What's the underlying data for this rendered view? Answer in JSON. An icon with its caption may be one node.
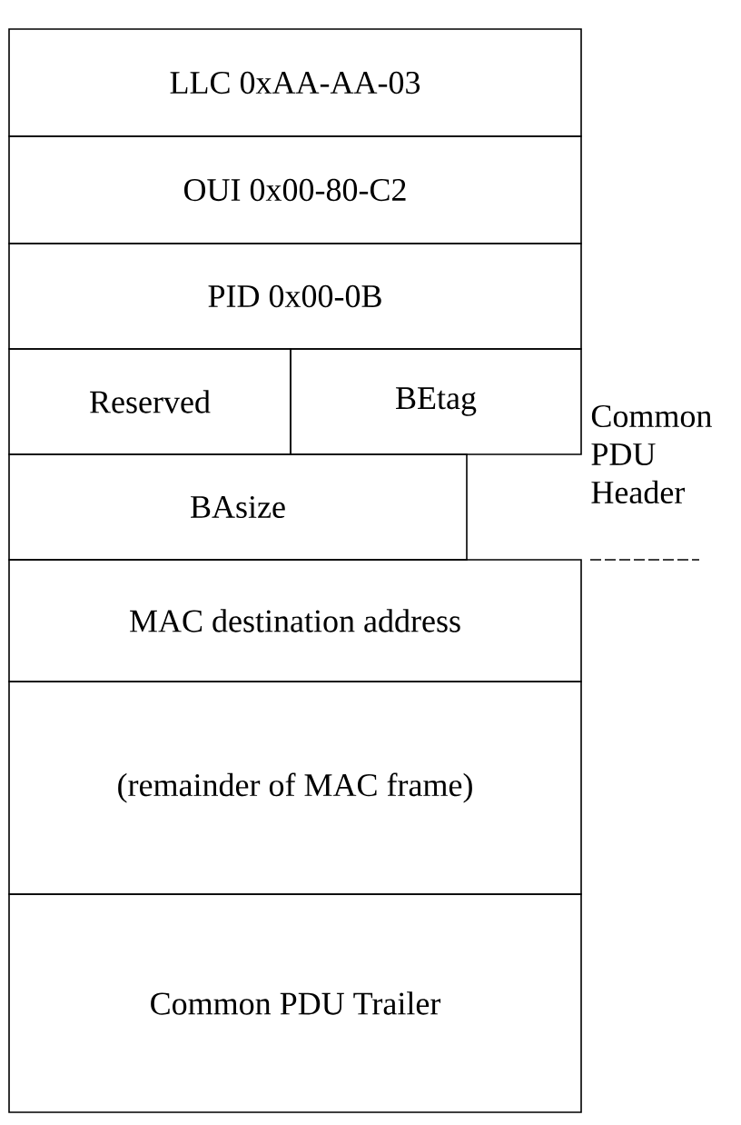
{
  "diagram": {
    "nodes": [
      {
        "text": [
          "LLC 0xAA-AA-03"
        ]
      },
      {
        "text": [
          "OUI 0x00-80-C2"
        ]
      },
      {
        "text": [
          "PID 0x00-0B"
        ]
      },
      {
        "text": [
          "Reserved"
        ]
      },
      {
        "text": [
          "BEtag"
        ]
      },
      {
        "text": [
          "BAsize"
        ]
      },
      {
        "text": [
          "MAC destination address"
        ]
      },
      {
        "text": [
          "(remainder of MAC frame)"
        ]
      },
      {
        "text": [
          "Common PDU Trailer"
        ]
      }
    ],
    "labels": [
      "Common PDU Header"
    ]
  }
}
